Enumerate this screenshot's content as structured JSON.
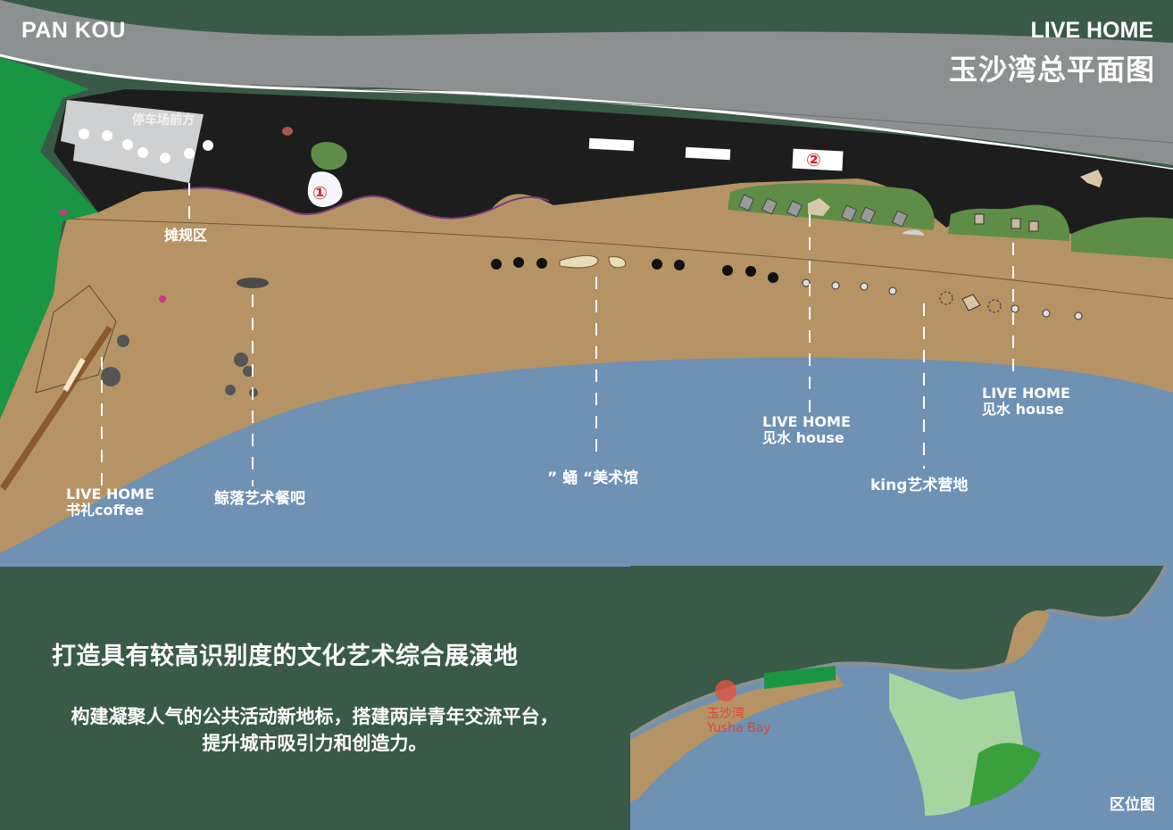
{
  "header": {
    "brand_left": "PAN KOU",
    "brand_right": "LIVE HOME",
    "page_title": "玉沙湾总平面图"
  },
  "colors": {
    "background": "#3a5a48",
    "road": "#8d9091",
    "plaza_dark": "#1d1d1d",
    "sand": "#b59365",
    "sea": "#6f91b3",
    "forest": "#189643",
    "lawn": "#5e8d48",
    "parking": "#cfd0d1",
    "marker_red": "#d42b2b",
    "boardwalk_line": "#7a3e78",
    "dot_magenta": "#c8388c"
  },
  "map": {
    "area_labels": [
      {
        "id": "parking-front",
        "text": "停车场前方"
      },
      {
        "id": "stall-zone",
        "text": "摊规区"
      }
    ],
    "markers": [
      {
        "id": "marker-1",
        "text": "①"
      },
      {
        "id": "marker-2",
        "text": "②"
      }
    ],
    "pois": [
      {
        "id": "shuli-coffee",
        "line1": "LIVE HOME",
        "line2": "书礼coffee"
      },
      {
        "id": "jingluo-restaurant",
        "line1": "鲸落艺术餐吧",
        "line2": ""
      },
      {
        "id": "yong-museum",
        "line1": "” 蛹 “美术馆",
        "line2": ""
      },
      {
        "id": "jianshui-house-1",
        "line1": "LIVE HOME",
        "line2": "见水 house"
      },
      {
        "id": "king-camp",
        "line1": "king艺术营地",
        "line2": ""
      },
      {
        "id": "jianshui-house-2",
        "line1": "LIVE HOME",
        "line2": "见水 house"
      }
    ]
  },
  "footer": {
    "slogan": "打造具有较高识别度的文化艺术综合展演地",
    "description_line1": "构建凝聚人气的公共活动新地标，搭建两岸青年交流平台，",
    "description_line2": "提升城市吸引力和创造力。"
  },
  "location_map": {
    "title": "区位图",
    "highlight_cn": "玉沙湾",
    "highlight_en": "Yusha Bay"
  }
}
